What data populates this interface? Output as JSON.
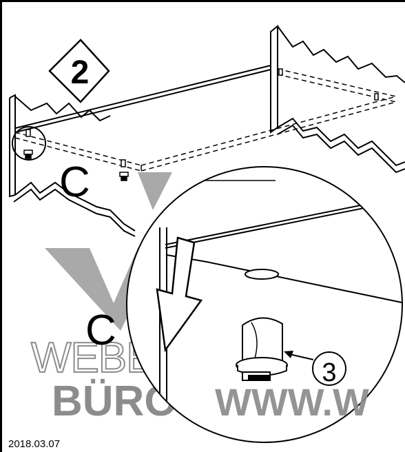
{
  "step_number": "2",
  "callouts": {
    "detail_top": "C",
    "detail_zoom": "C",
    "part_number": "3"
  },
  "watermark": {
    "brand_line1": "WEBER",
    "brand_line2": "BÜRO",
    "url_fragment": "WWW.W"
  },
  "footer": {
    "date": "2018.03.07"
  },
  "colors": {
    "line": "#000000",
    "watermark": "#9a9a9a"
  }
}
